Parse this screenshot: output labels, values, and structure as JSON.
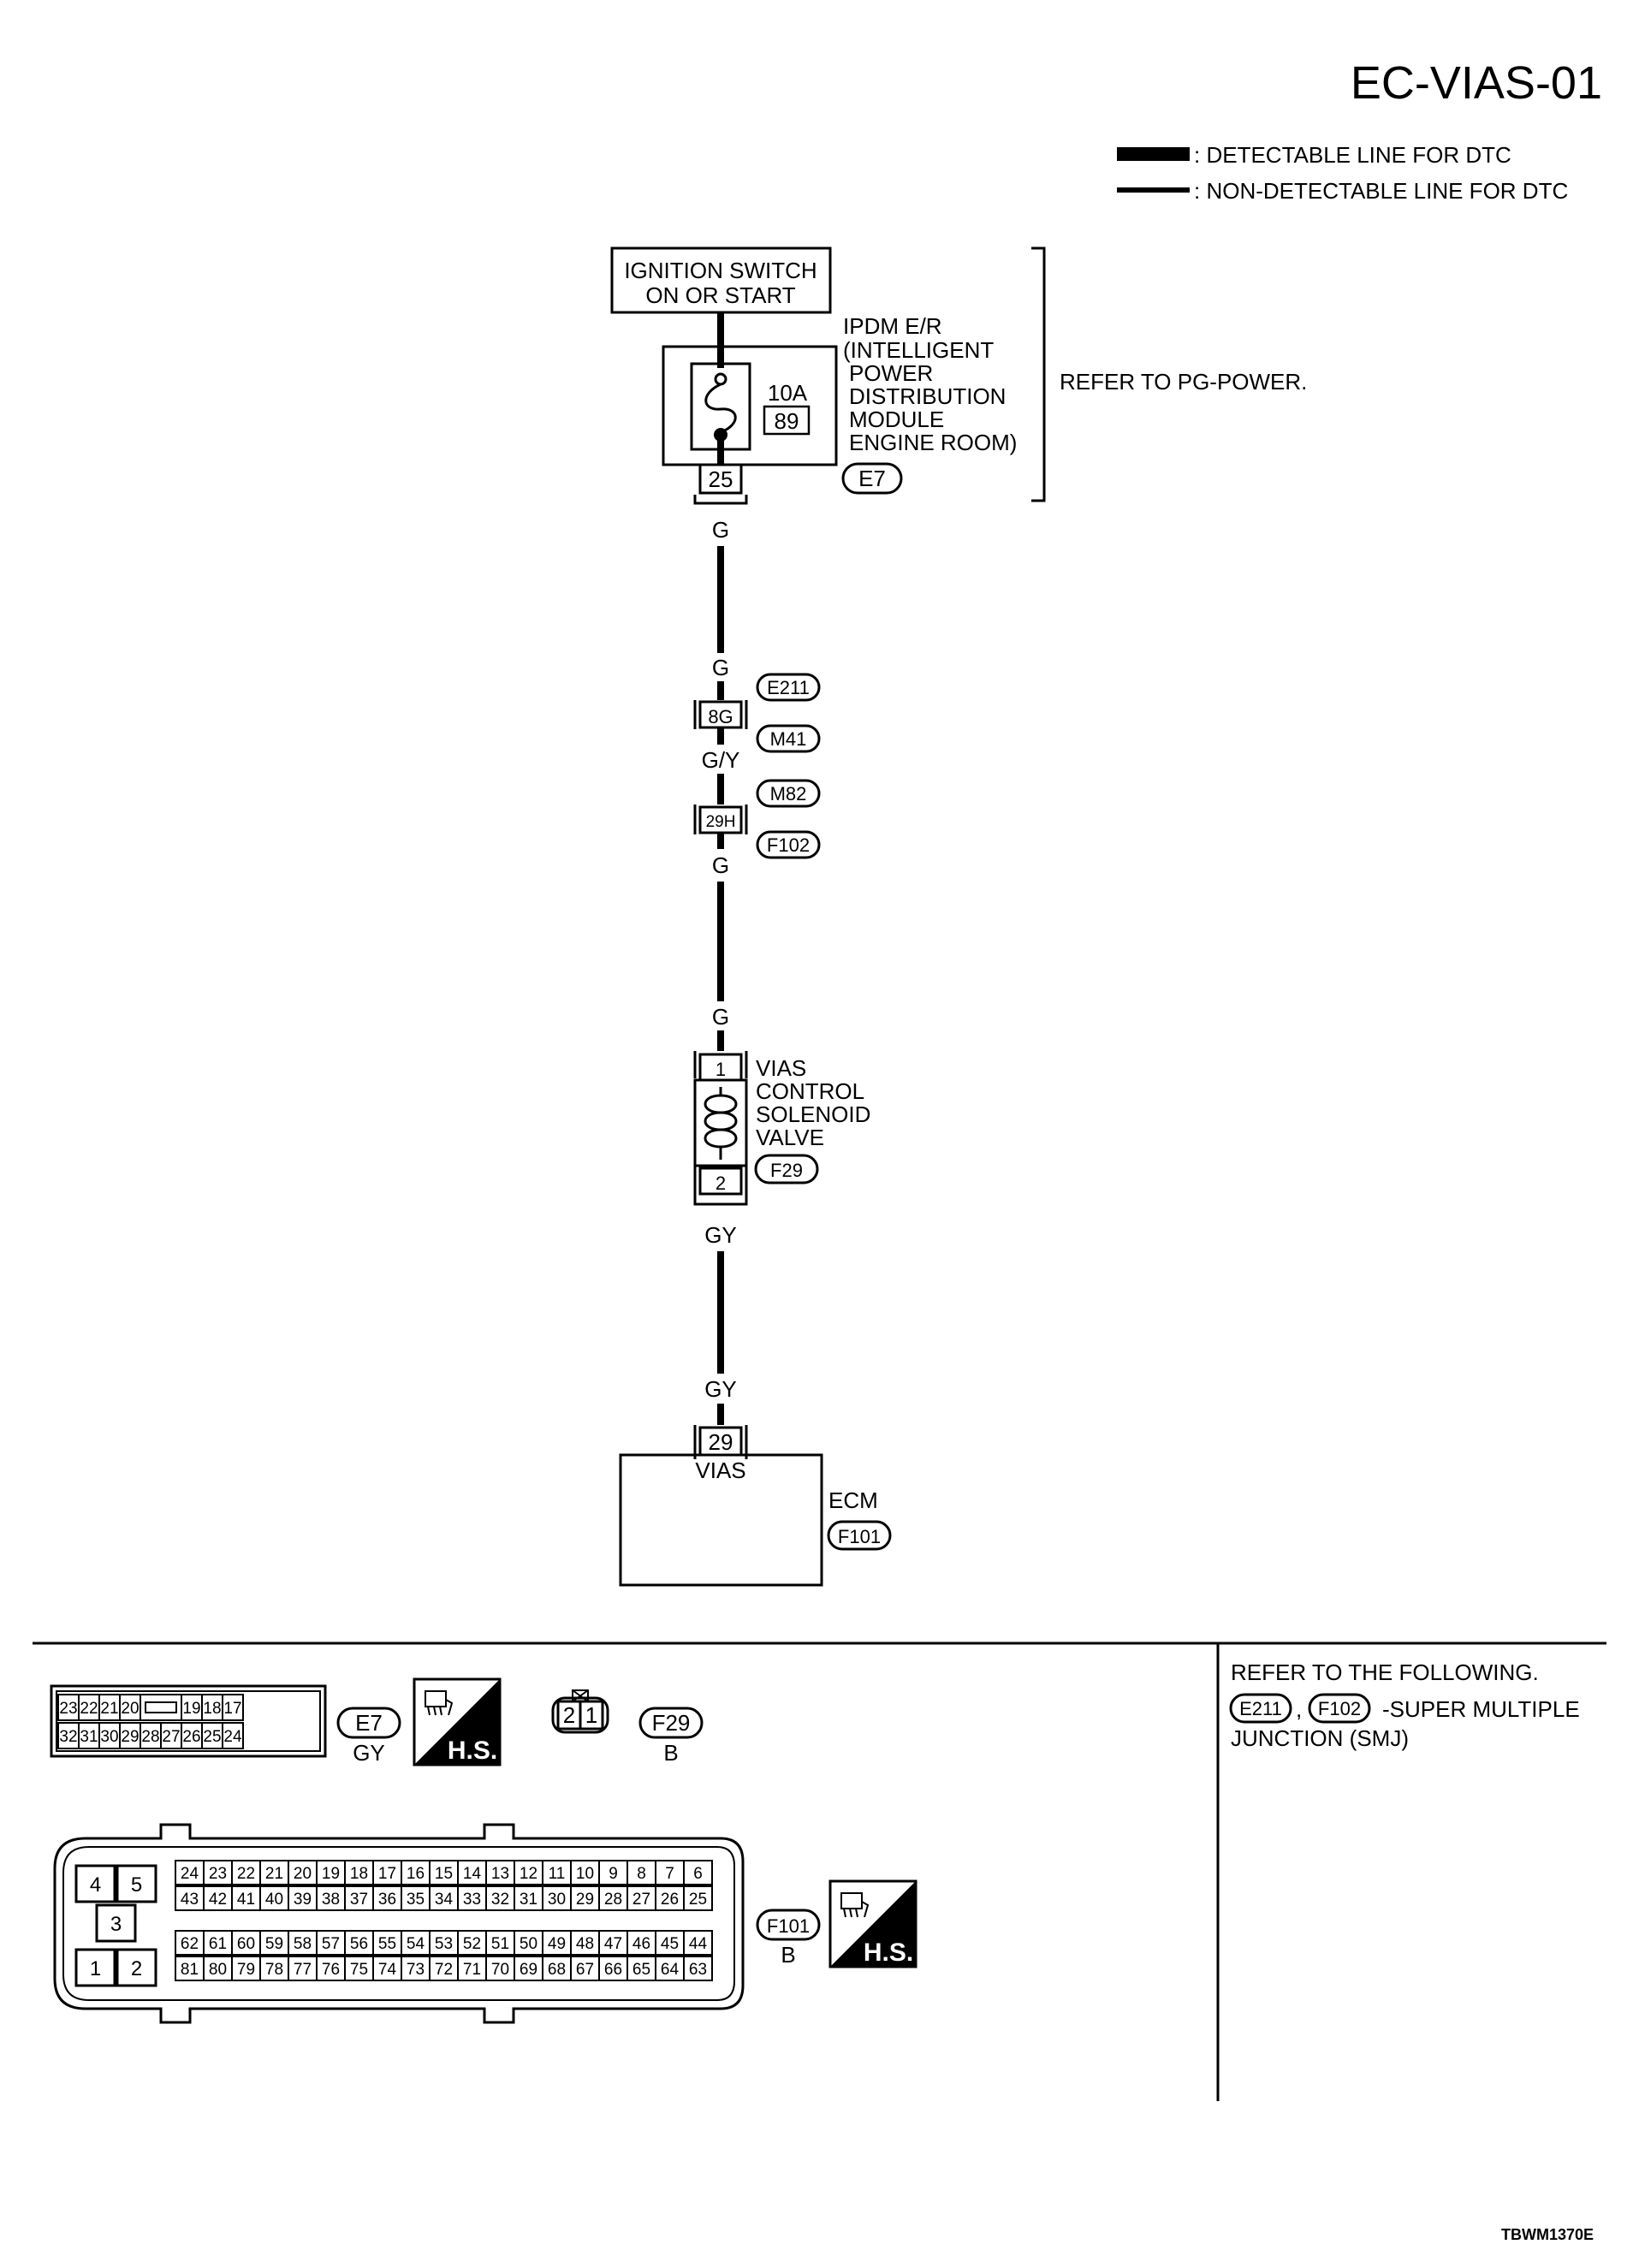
{
  "page_code": "EC-VIAS-01",
  "image_code": "TBWM1370E",
  "legend": {
    "detectable": ": DETECTABLE LINE FOR DTC",
    "non_detectable": ": NON-DETECTABLE LINE FOR DTC"
  },
  "power": {
    "switch_line1": "IGNITION SWITCH",
    "switch_line2": "ON OR START",
    "ipdm_lines": [
      "IPDM E/R",
      "(INTELLIGENT",
      "POWER",
      "DISTRIBUTION",
      "MODULE",
      "ENGINE ROOM)"
    ],
    "fuse_rating": "10A",
    "fuse_number": "89",
    "terminal": "25",
    "connector": "E7",
    "refer": "REFER TO PG-POWER."
  },
  "wires": {
    "w1_top": "G",
    "w1_bottom": "G",
    "w2": "G/Y",
    "w3_top": "G",
    "w3_bottom": "G",
    "w4_top": "GY",
    "w4_bottom": "GY"
  },
  "junction1": {
    "terminal": "8G",
    "conn_top": "E211",
    "conn_bottom": "M41"
  },
  "junction2": {
    "terminal": "29H",
    "conn_top": "M82",
    "conn_bottom": "F102"
  },
  "solenoid": {
    "lines": [
      "VIAS",
      "CONTROL",
      "SOLENOID",
      "VALVE"
    ],
    "pin_top": "1",
    "pin_bottom": "2",
    "connector": "F29"
  },
  "ecm": {
    "terminal": "29",
    "pin_label": "VIAS",
    "name": "ECM",
    "connector": "F101"
  },
  "connectors": {
    "e7_top": [
      "23",
      "22",
      "21",
      "20",
      "19",
      "18",
      "17"
    ],
    "e7_bottom": [
      "32",
      "31",
      "30",
      "29",
      "28",
      "27",
      "26",
      "25",
      "24"
    ],
    "e7_code": "E7",
    "e7_color": "GY",
    "hs": "H.S.",
    "f29_pins": [
      "2",
      "1"
    ],
    "f29_code": "F29",
    "f29_color": "B",
    "f101_left": [
      "4",
      "5",
      "3",
      "1",
      "2"
    ],
    "f101_r1": [
      "24",
      "23",
      "22",
      "21",
      "20",
      "19",
      "18",
      "17",
      "16",
      "15",
      "14",
      "13",
      "12",
      "11",
      "10",
      "9",
      "8",
      "7",
      "6"
    ],
    "f101_r2": [
      "43",
      "42",
      "41",
      "40",
      "39",
      "38",
      "37",
      "36",
      "35",
      "34",
      "33",
      "32",
      "31",
      "30",
      "29",
      "28",
      "27",
      "26",
      "25"
    ],
    "f101_r3": [
      "62",
      "61",
      "60",
      "59",
      "58",
      "57",
      "56",
      "55",
      "54",
      "53",
      "52",
      "51",
      "50",
      "49",
      "48",
      "47",
      "46",
      "45",
      "44"
    ],
    "f101_r4": [
      "81",
      "80",
      "79",
      "78",
      "77",
      "76",
      "75",
      "74",
      "73",
      "72",
      "71",
      "70",
      "69",
      "68",
      "67",
      "66",
      "65",
      "64",
      "63"
    ],
    "f101_code": "F101",
    "f101_color": "B"
  },
  "refer_following": {
    "title": "REFER TO THE FOLLOWING.",
    "conn1": "E211",
    "separator": ",",
    "conn2": "F102",
    "desc1": "-SUPER MULTIPLE",
    "desc2": "JUNCTION (SMJ)"
  }
}
